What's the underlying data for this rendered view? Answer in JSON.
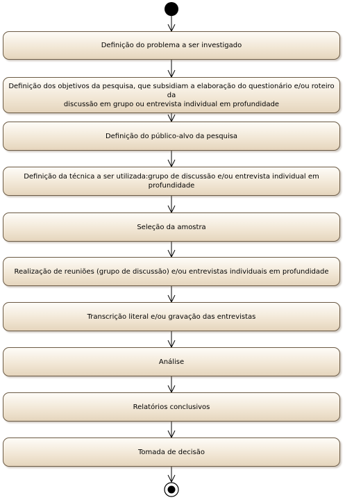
{
  "activities": [
    "Definição do problema a ser investigado",
    "Definição dos objetivos da pesquisa, que subsidiam a elaboração do questionário e/ou roteiro da\ndiscussão em grupo ou entrevista individual em profundidade",
    "Definição do público-alvo da pesquisa",
    "Definição da técnica a ser utilizada:grupo de discussão e/ou entrevista individual em profundidade",
    "Seleção da amostra",
    "Realização de reuniões (grupo de discussão) e/ou entrevistas individuais em profundidade",
    "Transcrição literal e/ou gravação das entrevistas",
    "Análise",
    "Relatórios conclusivos",
    "Tomada de decisão"
  ],
  "colors": {
    "node_border": "#6b5a44",
    "node_fill_top": "#fefcf8",
    "node_fill_bottom": "#e5d5bd",
    "flow_line": "#000000"
  }
}
